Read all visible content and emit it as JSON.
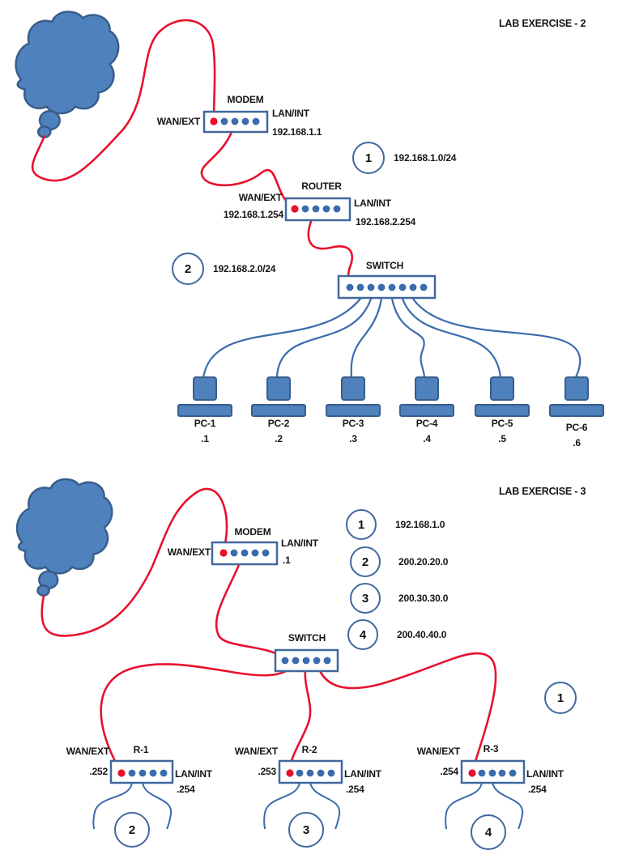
{
  "page": {
    "colors": {
      "device_blue": "#4F81BD",
      "outline_blue": "#3A6BAD",
      "box_border": "#41689E",
      "cable_red": "#E8112D"
    },
    "lab2": {
      "title": "LAB EXERCISE - 2",
      "modem": {
        "name": "MODEM",
        "wan_label": "WAN/EXT",
        "lan_label": "LAN/INT",
        "lan_ip": "192.168.1.1"
      },
      "network1": {
        "id": "1",
        "label": "192.168.1.0/24"
      },
      "router": {
        "name": "ROUTER",
        "wan_label": "WAN/EXT",
        "wan_ip": "192.168.1.254",
        "lan_label": "LAN/INT",
        "lan_ip": "192.168.2.254"
      },
      "network2": {
        "id": "2",
        "label": "192.168.2.0/24"
      },
      "switch": {
        "name": "SWITCH"
      },
      "pcs": [
        {
          "name": "PC-1",
          "ip": ".1"
        },
        {
          "name": "PC-2",
          "ip": ".2"
        },
        {
          "name": "PC-3",
          "ip": ".3"
        },
        {
          "name": "PC-4",
          "ip": ".4"
        },
        {
          "name": "PC-5",
          "ip": ".5"
        },
        {
          "name": "PC-6",
          "ip": ".6"
        }
      ]
    },
    "lab3": {
      "title": "LAB EXERCISE - 3",
      "modem": {
        "name": "MODEM",
        "wan_label": "WAN/EXT",
        "lan_label": "LAN/INT",
        "lan_ip": ".1"
      },
      "legend": [
        {
          "id": "1",
          "label": "192.168.1.0"
        },
        {
          "id": "2",
          "label": "200.20.20.0"
        },
        {
          "id": "3",
          "label": "200.30.30.0"
        },
        {
          "id": "4",
          "label": "200.40.40.0"
        }
      ],
      "switch": {
        "name": "SWITCH"
      },
      "marker1": {
        "id": "1"
      },
      "routers": [
        {
          "name": "R-1",
          "wan_label": "WAN/EXT",
          "wan_ip": ".252",
          "lan_label": "LAN/INT",
          "lan_ip": ".254",
          "network_id": "2"
        },
        {
          "name": "R-2",
          "wan_label": "WAN/EXT",
          "wan_ip": ".253",
          "lan_label": "LAN/INT",
          "lan_ip": ".254",
          "network_id": "3"
        },
        {
          "name": "R-3",
          "wan_label": "WAN/EXT",
          "wan_ip": ".254",
          "lan_label": "LAN/INT",
          "lan_ip": ".254",
          "network_id": "4"
        }
      ]
    }
  }
}
